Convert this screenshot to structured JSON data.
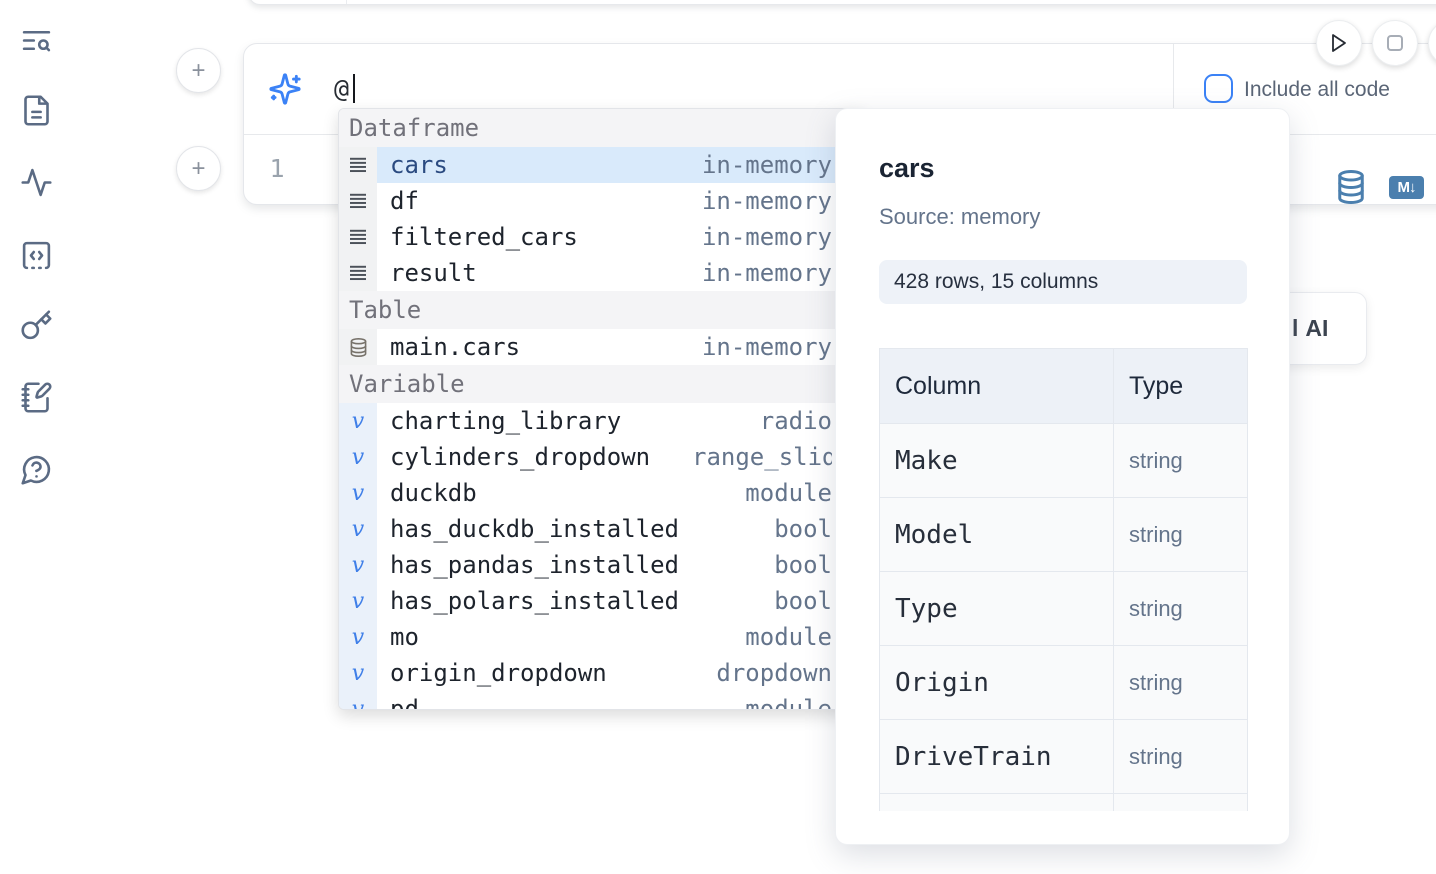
{
  "sidebar": {
    "icons": [
      "text-search",
      "file-document",
      "activity",
      "code-snippets",
      "key",
      "scratchpad-pen",
      "help-chat"
    ]
  },
  "run_controls": {
    "play": "run-cell",
    "stop": "interrupt"
  },
  "prompt": {
    "value": "@",
    "include_all_code_label": "Include all code"
  },
  "cell": {
    "line_number": "1",
    "icons": {
      "database": "datasource-icon",
      "markdown": "M↓"
    }
  },
  "ai_button": {
    "fragment": "l",
    "label": "AI"
  },
  "autocomplete": {
    "sections": [
      {
        "label": "Dataframe",
        "kind": "dataframe",
        "items": [
          {
            "name": "cars",
            "type": "in-memory",
            "selected": true
          },
          {
            "name": "df",
            "type": "in-memory"
          },
          {
            "name": "filtered_cars",
            "type": "in-memory"
          },
          {
            "name": "result",
            "type": "in-memory"
          }
        ]
      },
      {
        "label": "Table",
        "kind": "table",
        "items": [
          {
            "name": "main.cars",
            "type": "in-memory"
          }
        ]
      },
      {
        "label": "Variable",
        "kind": "variable",
        "items": [
          {
            "name": "charting_library",
            "type": "radio"
          },
          {
            "name": "cylinders_dropdown",
            "type": "range_slider"
          },
          {
            "name": "duckdb",
            "type": "module"
          },
          {
            "name": "has_duckdb_installed",
            "type": "bool"
          },
          {
            "name": "has_pandas_installed",
            "type": "bool"
          },
          {
            "name": "has_polars_installed",
            "type": "bool"
          },
          {
            "name": "mo",
            "type": "module"
          },
          {
            "name": "origin_dropdown",
            "type": "dropdown"
          },
          {
            "name": "pd",
            "type": "module"
          }
        ]
      }
    ]
  },
  "preview": {
    "title": "cars",
    "source": "Source: memory",
    "shape_badge": "428 rows, 15 columns",
    "table": {
      "headers": [
        "Column",
        "Type"
      ],
      "rows": [
        [
          "Make",
          "string"
        ],
        [
          "Model",
          "string"
        ],
        [
          "Type",
          "string"
        ],
        [
          "Origin",
          "string"
        ],
        [
          "DriveTrain",
          "string"
        ]
      ],
      "has_clipped_row": true
    }
  },
  "colors": {
    "accent_blue": "#3b82f6",
    "steel_blue": "#4b7fae",
    "selected_row": "#d9eafb"
  }
}
